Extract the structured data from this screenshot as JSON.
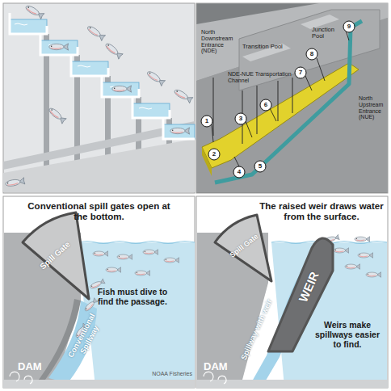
{
  "diagram": {
    "nodes": [
      {
        "text": [
          "Spill Gate"
        ]
      },
      {
        "text": [
          "Spill Gate"
        ]
      },
      {
        "text": [
          "WEIR"
        ]
      }
    ],
    "labels": [
      "North Downstream Entrance (NDE)",
      "Transition Pool",
      "Junction Pool",
      "NDE-NUE Transportation Channel",
      "North Upstream Entrance (NUE)",
      "1",
      "2",
      "3",
      "4",
      "5",
      "6",
      "7",
      "8",
      "9",
      "Conventional spill gates open at the bottom.",
      "Fish must dive to find the passage.",
      "Conventional Spillway",
      "DAM",
      "NOAA Fisheries",
      "The raised weir draws water from the surface.",
      "Weirs make spillways easier to find.",
      "Spillway with weir",
      "DAM"
    ]
  }
}
